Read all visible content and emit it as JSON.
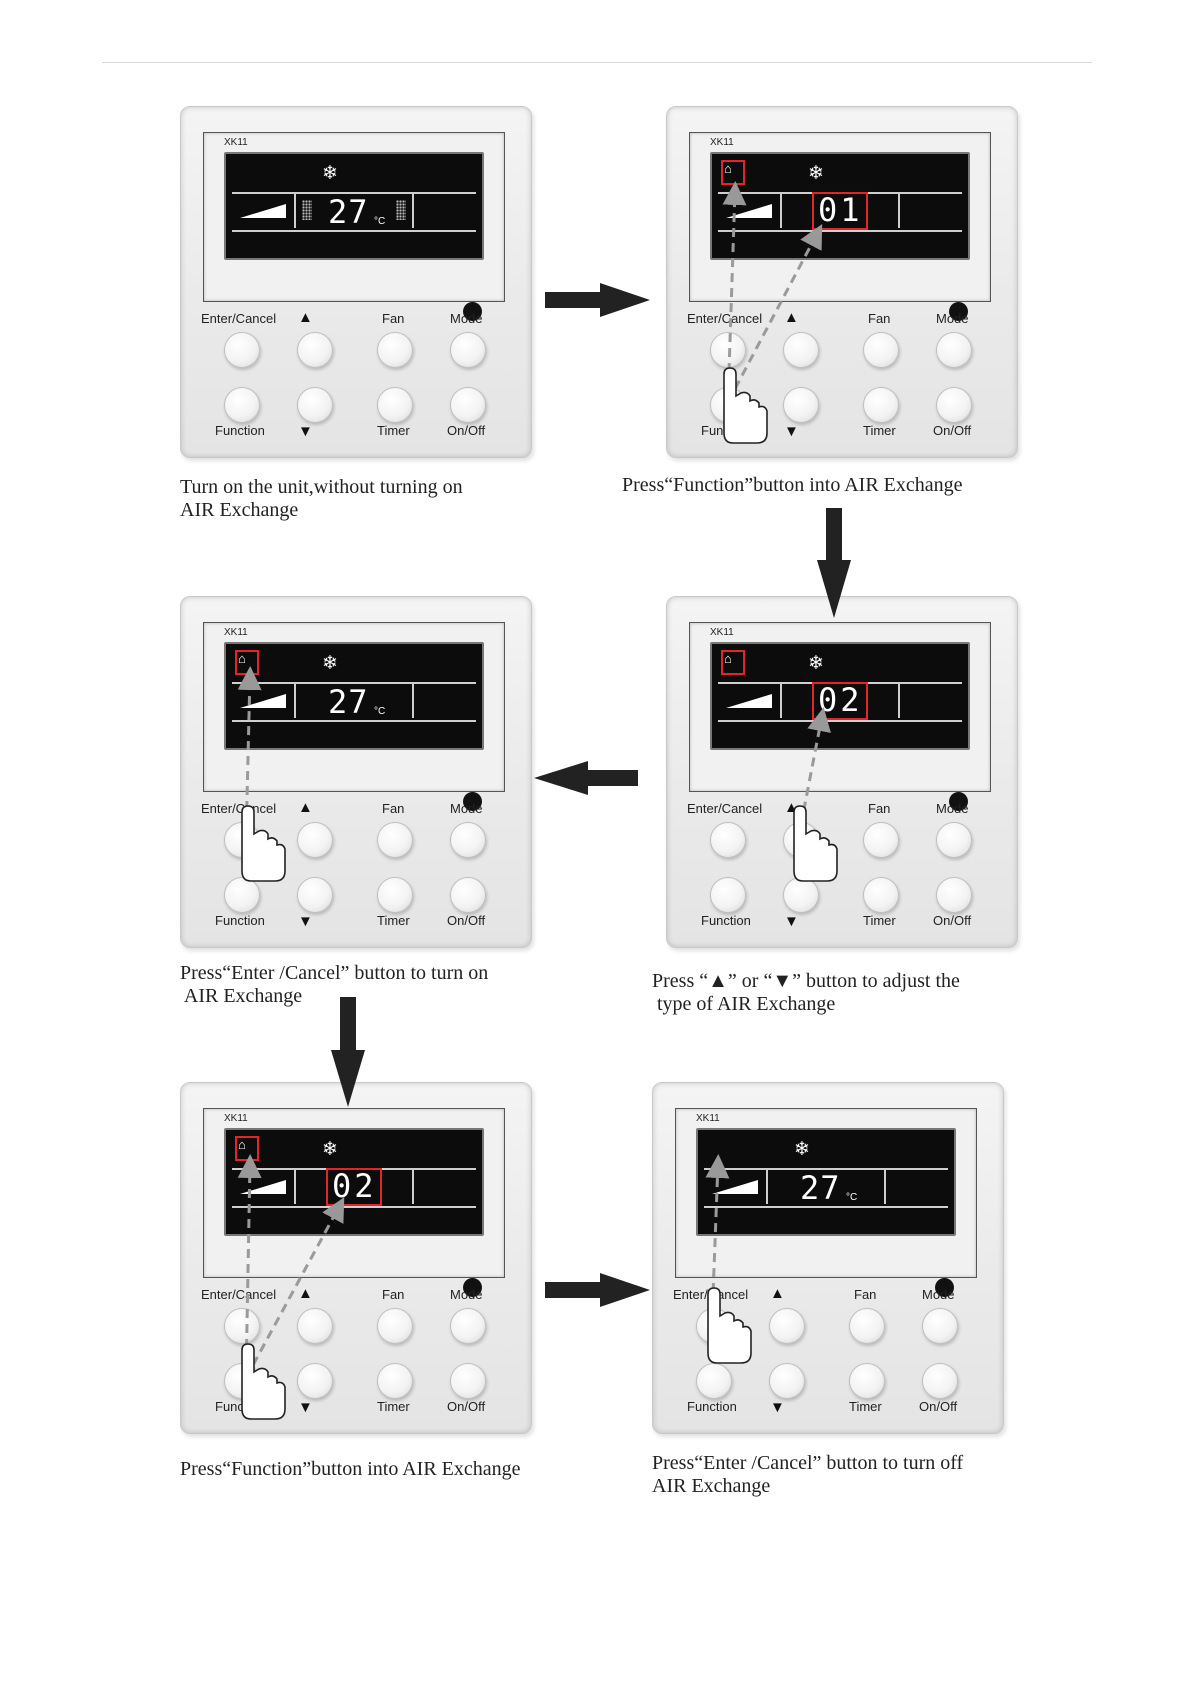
{
  "panel": {
    "model": "XK11",
    "buttons": {
      "enter_cancel": "Enter/Cancel",
      "up_symbol": "▲",
      "fan": "Fan",
      "mode": "Mode",
      "function": "Function",
      "down_symbol": "▼",
      "timer": "Timer",
      "on_off": "On/Off"
    },
    "lcd": {
      "temp": "27",
      "unit": "°C",
      "code_01": "01",
      "code_02": "02"
    }
  },
  "captions": {
    "step1": "Turn on the unit,without turning on\nAIR Exchange",
    "step2": "Press“Function”button into AIR Exchange",
    "step3": "Press“Enter /Cancel” button to turn on\n AIR Exchange",
    "step4_prefix": "Press “",
    "step4_up": "▲",
    "step4_mid": "” or “",
    "step4_down": "▼",
    "step4_suffix": "” button to adjust the\n type of AIR Exchange",
    "step5": "Press“Function”button into AIR Exchange",
    "step6": "Press“Enter /Cancel” button to turn off\nAIR Exchange"
  },
  "colors": {
    "highlight": "#e0262b",
    "flow_arrow": "#222222",
    "guide_arrow": "#999999"
  }
}
